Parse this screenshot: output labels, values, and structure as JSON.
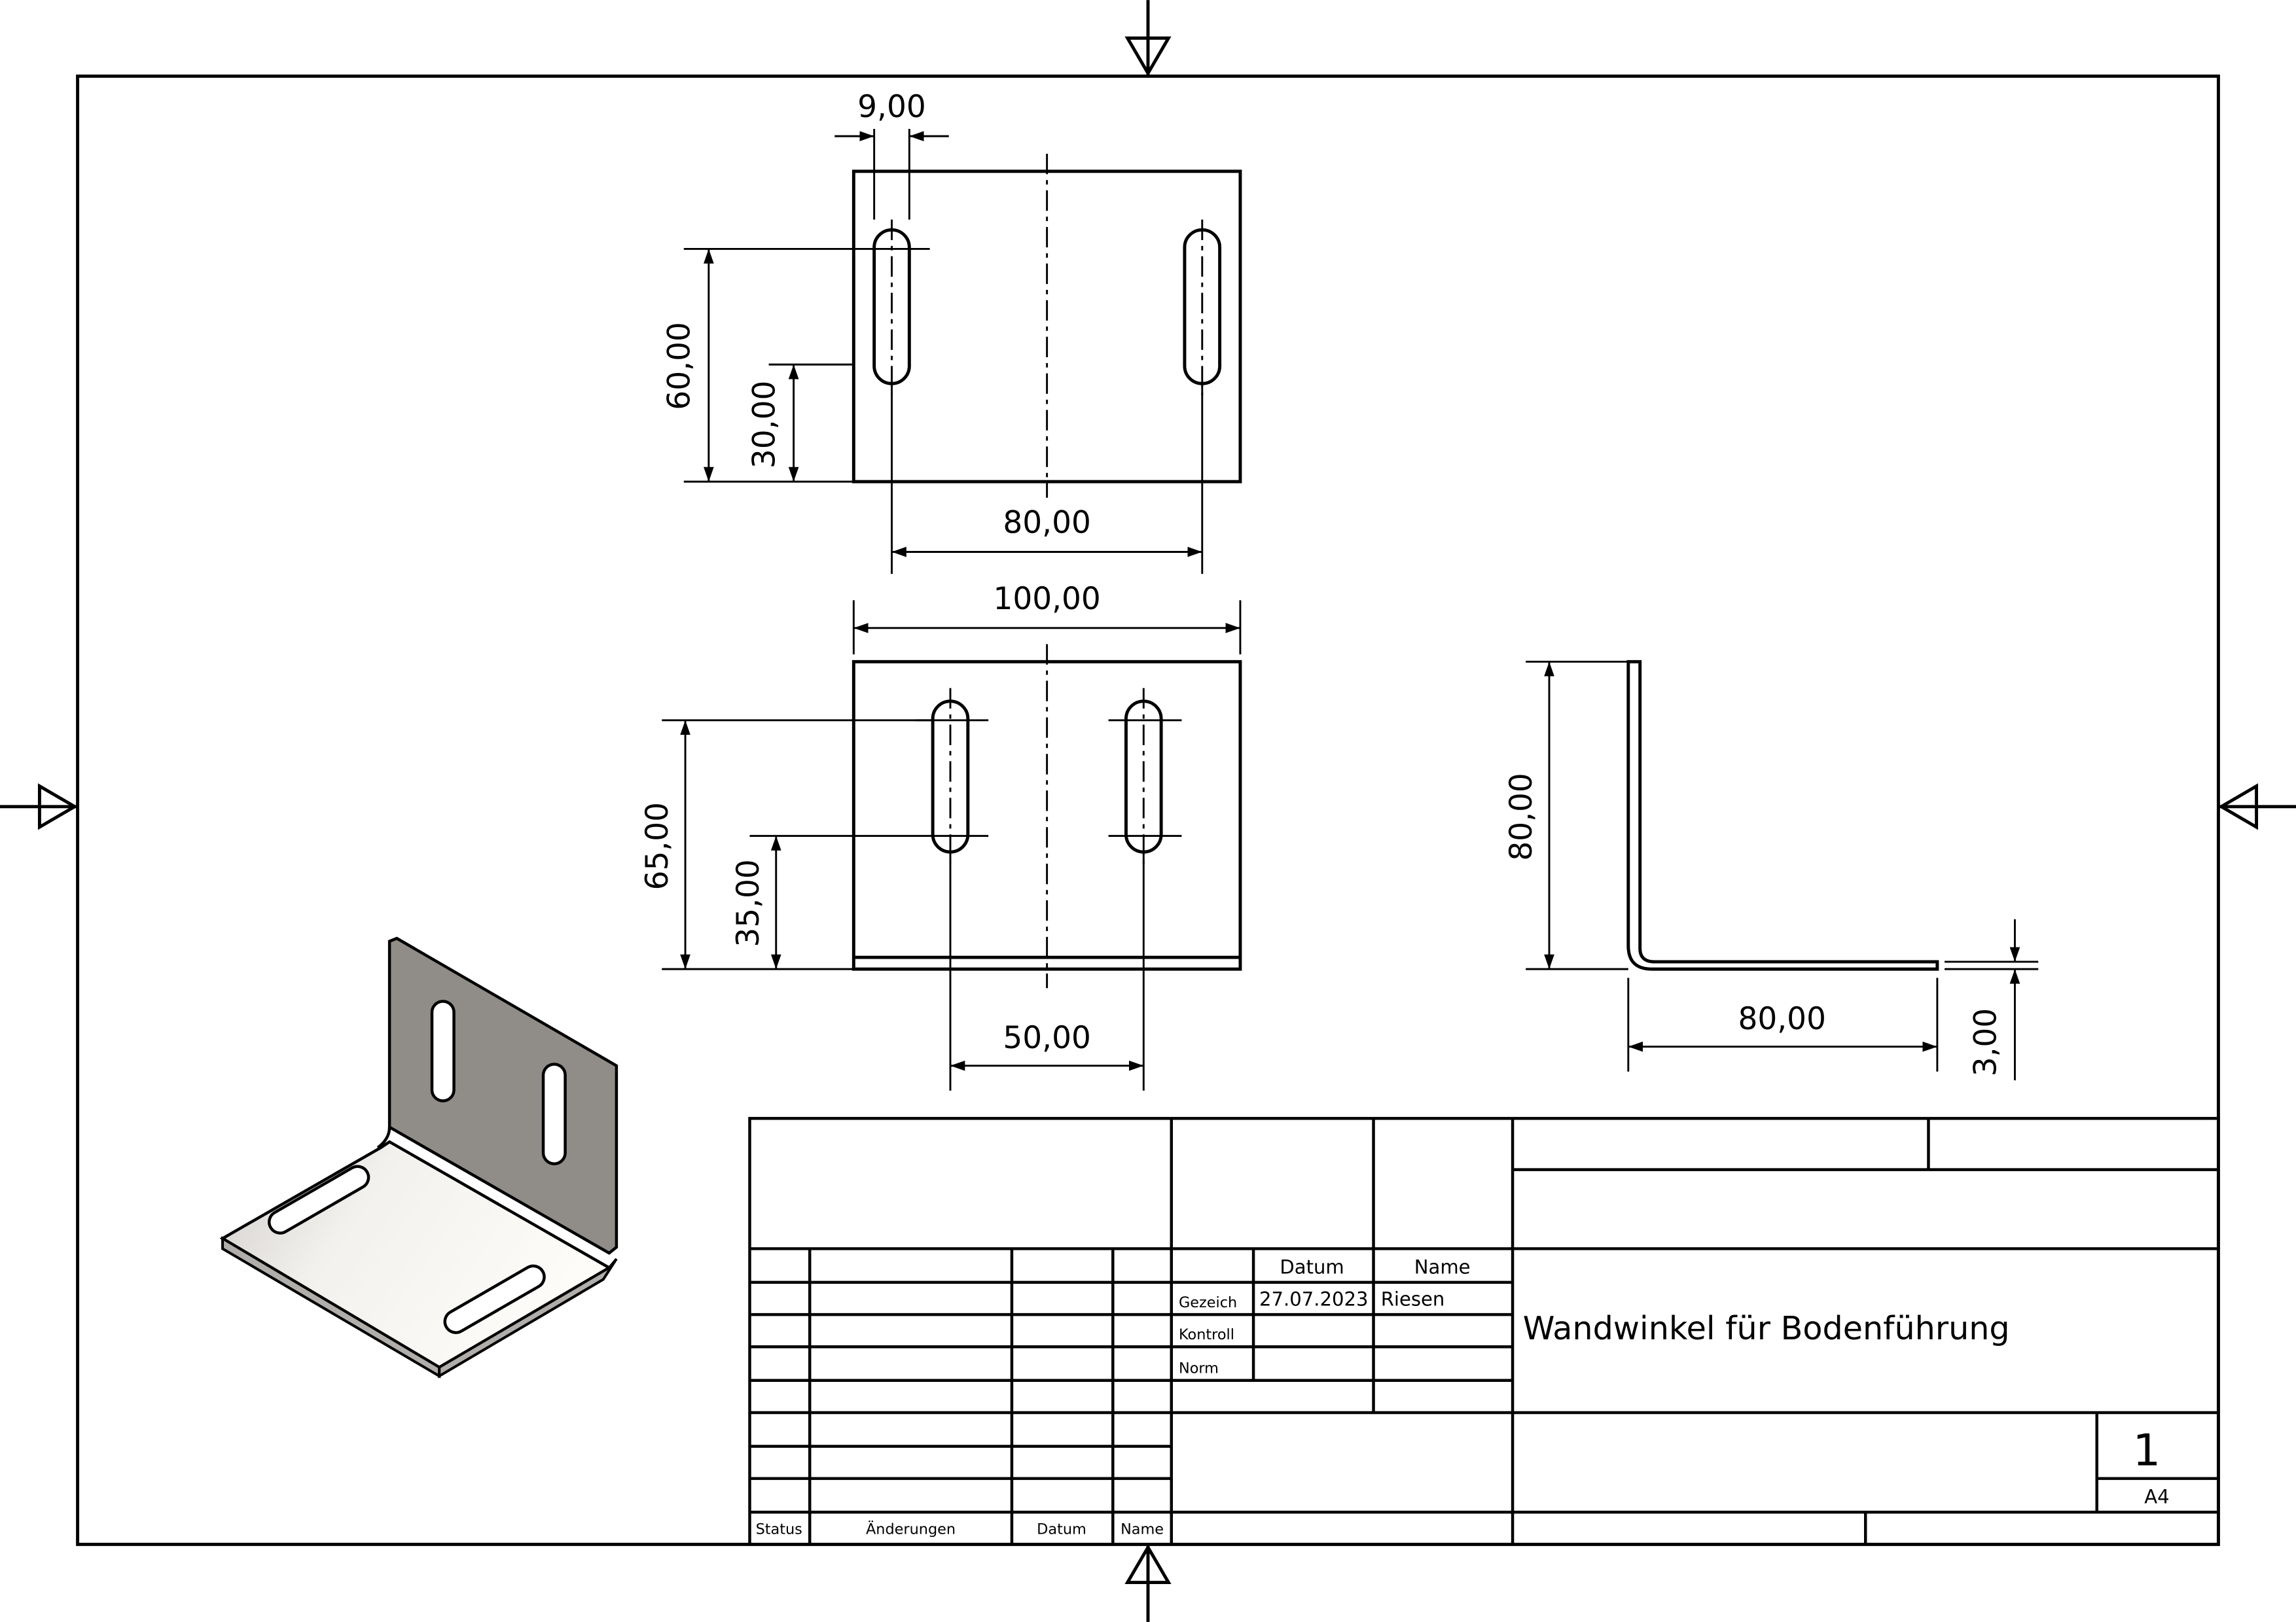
{
  "drawing": {
    "top_view": {
      "dim_slot_width": "9,00",
      "dim_slot_top": "60,00",
      "dim_slot_bottom": "30,00",
      "dim_slot_spacing": "80,00"
    },
    "front_view": {
      "dim_width": "100,00",
      "dim_slot_top": "65,00",
      "dim_slot_bottom": "35,00",
      "dim_slot_spacing": "50,00"
    },
    "side_view": {
      "dim_height": "80,00",
      "dim_length": "80,00",
      "dim_thickness": "3,00"
    }
  },
  "title_block": {
    "header_datum": "Datum",
    "header_name": "Name",
    "row_drawn_label": "Gezeich",
    "row_drawn_date": "27.07.2023",
    "row_drawn_name": "Riesen",
    "row_checked_label": "Kontroll",
    "row_norm_label": "Norm",
    "title": "Wandwinkel für Bodenführung",
    "sheet_number": "1",
    "sheet_format": "A4",
    "changes_status": "Status",
    "changes_changes": "Änderungen",
    "changes_date": "Datum",
    "changes_name": "Name"
  },
  "colors": {
    "iso_back": "#908c88",
    "iso_base_light": "#fbfaf7",
    "iso_base_dark": "#cfccc9"
  }
}
